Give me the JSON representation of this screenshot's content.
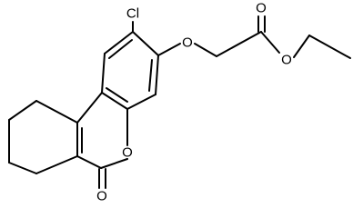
{
  "molecule": {
    "atom_labels": {
      "chlorine": "Cl",
      "ether_oxygen": "O",
      "carbonyl_oxygen_ester": "O",
      "ester_oxygen": "O",
      "ring_oxygen": "O",
      "lactone_carbonyl_oxygen": "O"
    },
    "colors": {
      "bond": "#000000",
      "label": "#000000",
      "background": "#ffffff"
    }
  }
}
